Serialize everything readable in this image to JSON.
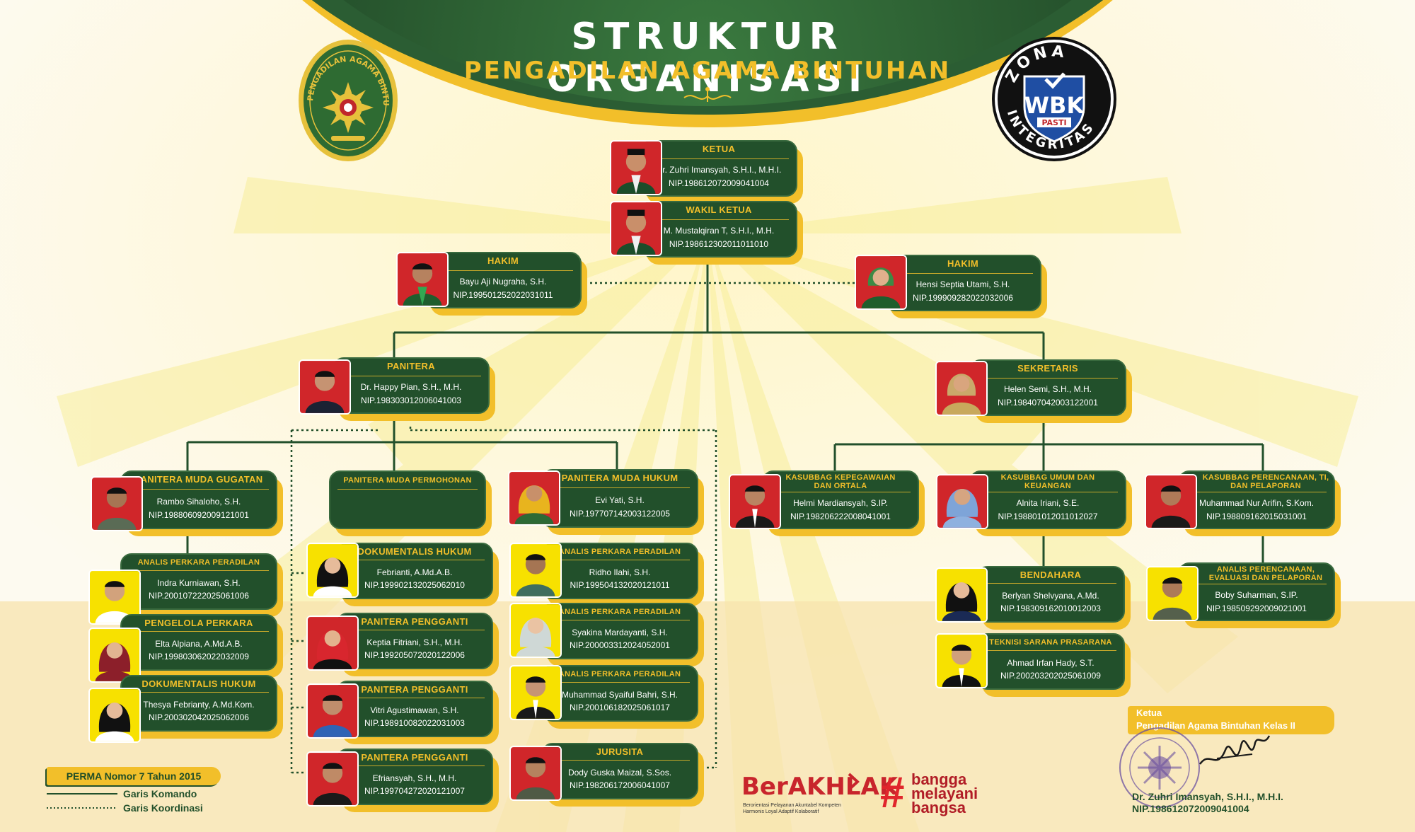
{
  "header": {
    "title": "STRUKTUR ORGANISASI",
    "subtitle": "PENGADILAN AGAMA BINTUHAN"
  },
  "emblems": {
    "left_text": "PENGADILAN AGAMA BINTUHAN",
    "right_top": "ZONA",
    "right_mid": "WBK",
    "right_pasti": "PASTI",
    "right_bottom": "INTEGRITAS"
  },
  "colors": {
    "green": "#22502b",
    "gold": "#f2bf2a",
    "red_photo": "#d0262a",
    "yellow_photo": "#f7e100"
  },
  "nodes": {
    "ketua": {
      "role": "KETUA",
      "name": "Dr. Zuhri Imansyah, S.H.I., M.H.I.",
      "nip": "NIP.198612072009041004"
    },
    "wakil": {
      "role": "WAKIL KETUA",
      "name": "M. Mustalqiran T, S.H.I., M.H.",
      "nip": "NIP.198612302011011010"
    },
    "hakim1": {
      "role": "HAKIM",
      "name": "Bayu Aji Nugraha, S.H.",
      "nip": "NIP.199501252022031011"
    },
    "hakim2": {
      "role": "HAKIM",
      "name": "Hensi Septia Utami, S.H.",
      "nip": "NIP.199909282022032006"
    },
    "panitera": {
      "role": "PANITERA",
      "name": "Dr. Happy Pian, S.H., M.H.",
      "nip": "NIP.198303012006041003"
    },
    "sekretaris": {
      "role": "SEKRETARIS",
      "name": "Helen Semi, S.H., M.H.",
      "nip": "NIP.198407042003122001"
    },
    "pm_gugatan": {
      "role": "PANITERA MUDA GUGATAN",
      "name": "Rambo Sihaloho, S.H.",
      "nip": "NIP.198806092009121001"
    },
    "pm_permohonan": {
      "role": "PANITERA MUDA PERMOHONAN",
      "name": "",
      "nip": ""
    },
    "pm_hukum": {
      "role": "PANITERA MUDA HUKUM",
      "name": "Evi Yati, S.H.",
      "nip": "NIP.197707142003122005"
    },
    "kasub_kepeg": {
      "role": "KASUBBAG KEPEGAWAIAN DAN ORTALA",
      "name": "Helmi Mardiansyah, S.IP.",
      "nip": "NIP.198206222008041001"
    },
    "kasub_umum": {
      "role": "KASUBBAG UMUM DAN KEUANGAN",
      "name": "Alnita Iriani, S.E.",
      "nip": "NIP.198801012011012027"
    },
    "kasub_ren": {
      "role": "KASUBBAG PERENCANAAN, TI, DAN PELAPORAN",
      "name": "Muhammad Nur Arifin, S.Kom.",
      "nip": "NIP.198809162015031001"
    },
    "g_analis": {
      "role": "ANALIS PERKARA PERADILAN",
      "name": "Indra Kurniawan, S.H.",
      "nip": "NIP.200107222025061006"
    },
    "g_pengelola": {
      "role": "PENGELOLA PERKARA",
      "name": "Elta Alpiana, A.Md.A.B.",
      "nip": "NIP.199803062022032009"
    },
    "g_dok": {
      "role": "DOKUMENTALIS HUKUM",
      "name": "Thesya Febrianty, A.Md.Kom.",
      "nip": "NIP.200302042025062006"
    },
    "p_dok": {
      "role": "DOKUMENTALIS HUKUM",
      "name": "Febrianti, A.Md.A.B.",
      "nip": "NIP.199902132025062010"
    },
    "pp1": {
      "role": "PANITERA PENGGANTI",
      "name": "Keptia Fitriani, S.H., M.H.",
      "nip": "NIP.199205072020122006"
    },
    "pp2": {
      "role": "PANITERA PENGGANTI",
      "name": "Vitri Agustimawan, S.H.",
      "nip": "NIP.198910082022031003"
    },
    "pp3": {
      "role": "PANITERA PENGGANTI",
      "name": "Efriansyah, S.H., M.H.",
      "nip": "NIP.199704272020121007"
    },
    "h_analis1": {
      "role": "ANALIS PERKARA PERADILAN",
      "name": "Ridho Ilahi, S.H.",
      "nip": "NIP.199504132020121011"
    },
    "h_analis2": {
      "role": "ANALIS PERKARA PERADILAN",
      "name": "Syakina Mardayanti, S.H.",
      "nip": "NIP.200003312024052001"
    },
    "h_analis3": {
      "role": "ANALIS PERKARA PERADILAN",
      "name": "Muhammad Syaiful Bahri, S.H.",
      "nip": "NIP.200106182025061017"
    },
    "jurusita": {
      "role": "JURUSITA",
      "name": "Dody Guska Maizal, S.Sos.",
      "nip": "NIP.198206172006041007"
    },
    "bendahara": {
      "role": "BENDAHARA",
      "name": "Berlyan Shelvyana, A.Md.",
      "nip": "NIP.198309162010012003"
    },
    "teknisi": {
      "role": "TEKNISI SARANA PRASARANA",
      "name": "Ahmad Irfan Hady, S.T.",
      "nip": "NIP.200203202025061009"
    },
    "r_analis": {
      "role": "ANALIS PERENCANAAN, EVALUASI DAN PELAPORAN",
      "name": "Boby Suharman, S.IP.",
      "nip": "NIP.198509292009021001"
    }
  },
  "legend": {
    "perma": "PERMA Nomor 7 Tahun 2015",
    "komando": "Garis Komando",
    "koordinasi": "Garis Koordinasi"
  },
  "logos": {
    "berakhlak": "BerAKHLAK",
    "berakhlak_sub1": "Berorientasi Pelayanan Akuntabel Kompeten",
    "berakhlak_sub2": "Harmonis Loyal Adaptif Kolaboratif",
    "bangga1": "bangga",
    "bangga2": "melayani",
    "bangga3": "bangsa"
  },
  "signature": {
    "label1": "Ketua",
    "label2": "Pengadilan Agama Bintuhan Kelas II",
    "name": "Dr. Zuhri Imansyah, S.H.I., M.H.I.",
    "nip": "NIP.198612072009041004"
  }
}
